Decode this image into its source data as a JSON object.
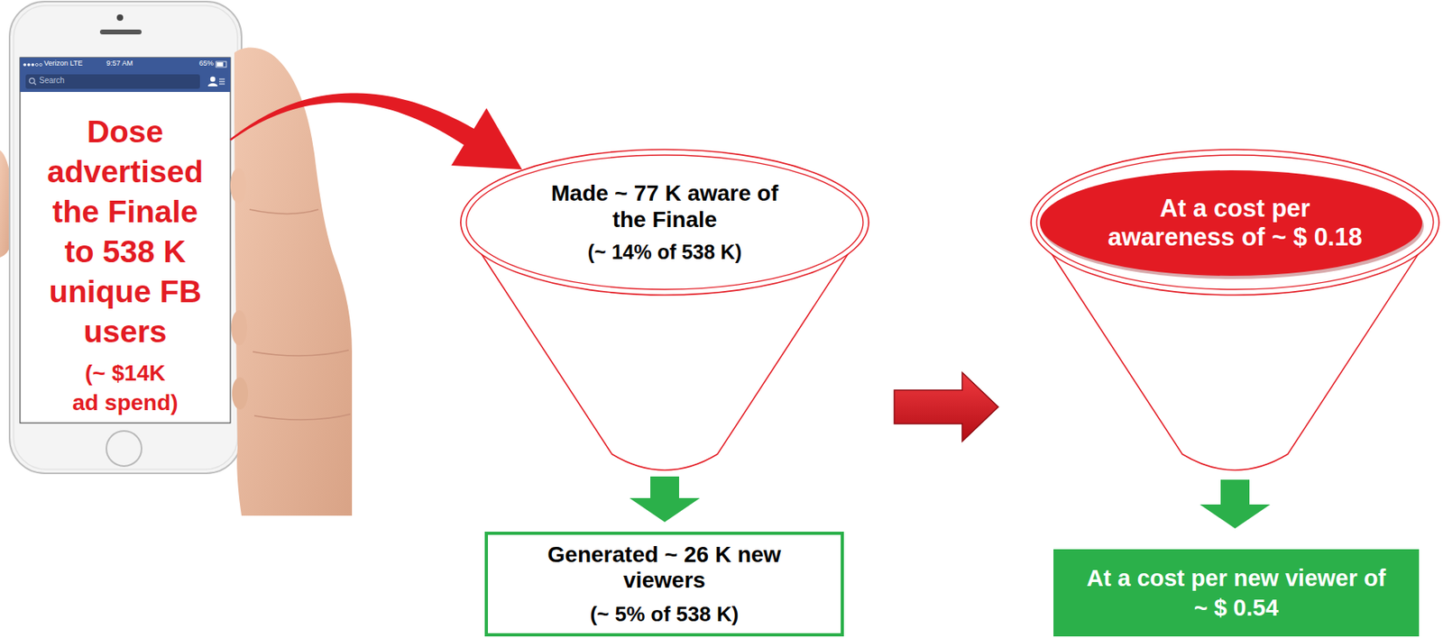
{
  "diagram": {
    "nodes": [
      {
        "text": [
          "Dose advertised the Finale to 538 K unique FB users",
          "(~ $14K ad spend)"
        ]
      },
      {
        "text": [
          "Made ~ 77 K aware of the Finale",
          "(~ 14% of 538 K)"
        ]
      },
      {
        "text": [
          "Generated ~ 26 K new viewers",
          "(~ 5% of 538 K)"
        ]
      },
      {
        "text": [
          "At a cost per awareness of ~ $ 0.18"
        ]
      },
      {
        "text": [
          "At a cost per new viewer of ~ $ 0.54"
        ]
      }
    ],
    "edges": [
      {
        "from": 0,
        "to": 1,
        "arrow": "to"
      },
      {
        "from": 1,
        "to": 2,
        "arrow": "to"
      },
      {
        "from": 1,
        "to": 3,
        "arrow": "to"
      },
      {
        "from": 3,
        "to": 4,
        "arrow": "to"
      }
    ],
    "labels": [
      "Verizon LTE",
      "9:57 AM",
      "65%",
      "Search"
    ]
  }
}
